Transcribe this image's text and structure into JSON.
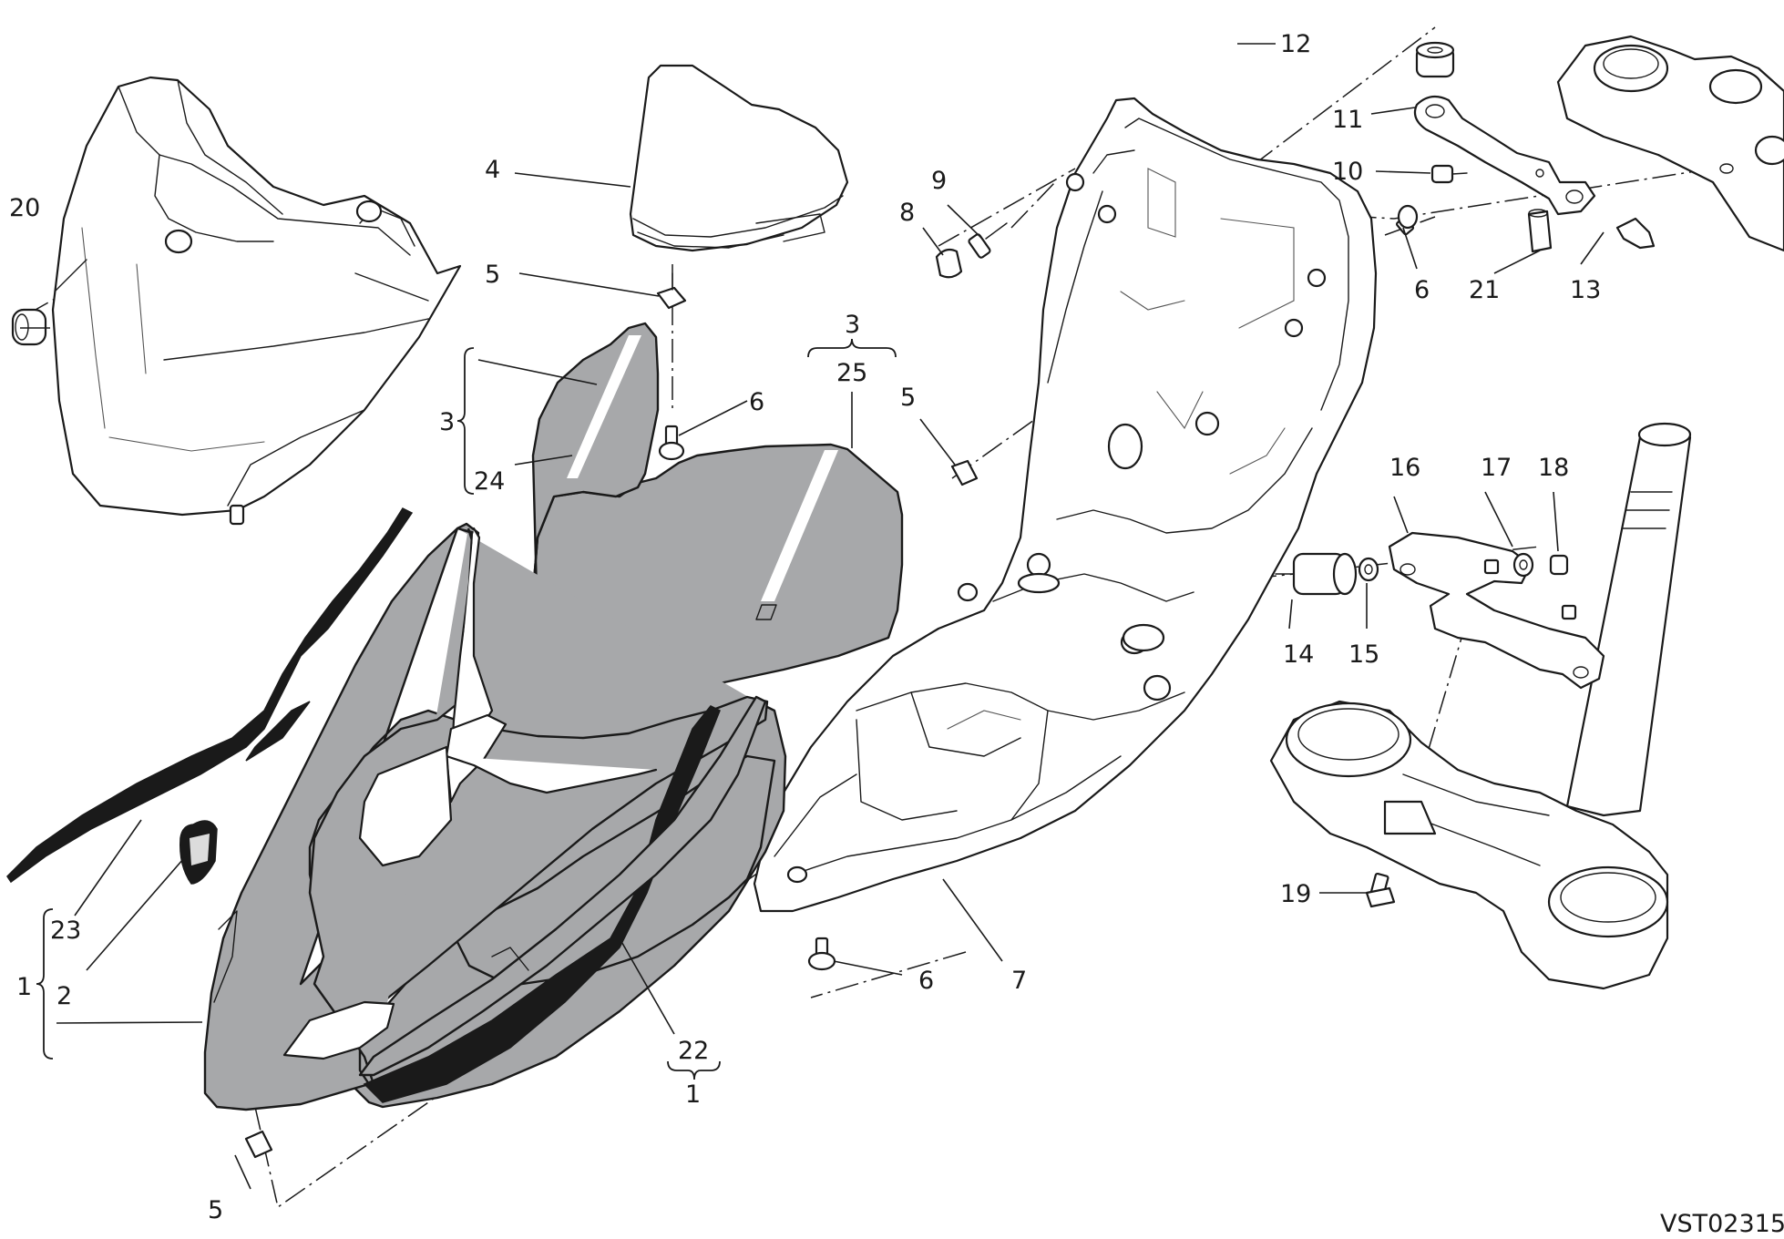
{
  "drawing_code": "VST02315",
  "callouts": {
    "c1": "1",
    "c1b": "1",
    "c2": "2",
    "c3a": "3",
    "c3b": "3",
    "c4": "4",
    "c5a": "5",
    "c5b": "5",
    "c5c": "5",
    "c6a": "6",
    "c6b": "6",
    "c6c": "6",
    "c7": "7",
    "c8": "8",
    "c9": "9",
    "c10": "10",
    "c11": "11",
    "c12": "12",
    "c13": "13",
    "c14": "14",
    "c15": "15",
    "c16": "16",
    "c17": "17",
    "c18": "18",
    "c19": "19",
    "c20": "20",
    "c21": "21",
    "c22": "22",
    "c23": "23",
    "c24": "24",
    "c25": "25"
  },
  "colors": {
    "panel_grey": "#a7a8aa",
    "ink": "#1a1a1a"
  }
}
